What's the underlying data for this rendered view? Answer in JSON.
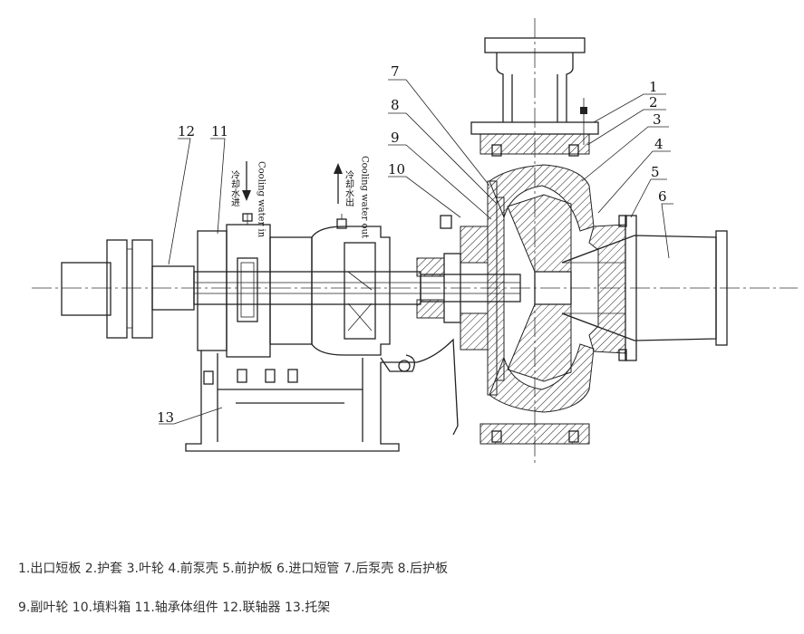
{
  "labels": [
    {
      "num": "1"
    },
    {
      "num": "2"
    },
    {
      "num": "3"
    },
    {
      "num": "4"
    },
    {
      "num": "5"
    },
    {
      "num": "6"
    },
    {
      "num": "7"
    },
    {
      "num": "8"
    },
    {
      "num": "9"
    },
    {
      "num": "10"
    },
    {
      "num": "11"
    },
    {
      "num": "12"
    },
    {
      "num": "13"
    }
  ],
  "cooling_in": {
    "zh": "冷却水进",
    "en": "Cooling water in"
  },
  "cooling_out": {
    "zh": "冷却水出",
    "en": "Cooling water out"
  },
  "caption": {
    "line1": "1.出口短板 2.护套 3.叶轮 4.前泵壳 5.前护板 6.进口短管 7.后泵壳 8.后护板",
    "line2": "9.副叶轮 10.填料箱 11.轴承体组件 12.联轴器 13.托架"
  }
}
